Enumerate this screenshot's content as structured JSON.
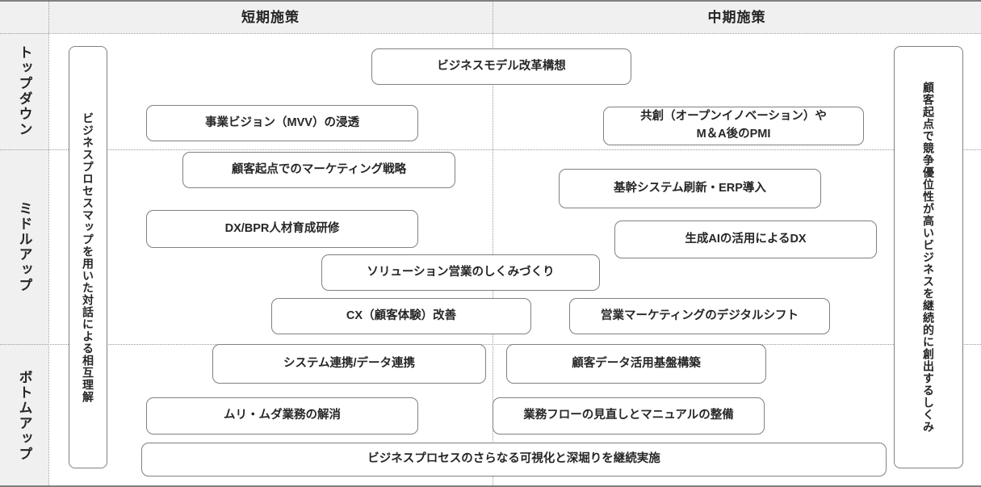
{
  "columns": {
    "short_term": "短期施策",
    "mid_term": "中期施策"
  },
  "rows": {
    "top_down": "トップダウン",
    "middle_up": "ミドルアップ",
    "bottom_up": "ボトムアップ"
  },
  "pillars": {
    "left": "ビジネスプロセスマップを用いた対話による相互理解",
    "right": "顧客起点で競争優位性が高いビジネスを継続的に創出するしくみ"
  },
  "boxes": {
    "business_model_reform": "ビジネスモデル改革構想",
    "vision_mvv": "事業ビジョン（MVV）の浸透",
    "cocreation_pmi": "共創（オープンイノベーション）や\nM＆A後のPMI",
    "customer_marketing_strategy": "顧客起点でのマーケティング戦略",
    "core_system_erp": "基幹システム刷新・ERP導入",
    "dx_bpr_training": "DX/BPR人材育成研修",
    "generative_ai_dx": "生成AIの活用によるDX",
    "solution_sales": "ソリューション営業のしくみづくり",
    "cx_improvement": "CX（顧客体験）改善",
    "sales_marketing_digital_shift": "営業マーケティングのデジタルシフト",
    "system_data_integration": "システム連携/データ連携",
    "customer_data_platform": "顧客データ活用基盤構築",
    "muri_muda_elimination": "ムリ・ムダ業務の解消",
    "workflow_manual_maintenance": "業務フローの見直しとマニュアルの整備",
    "process_visualization_continuous": "ビジネスプロセスのさらなる可視化と深堀りを継続実施"
  },
  "colors": {
    "band_background": "#f0f0f0",
    "box_border": "#808080",
    "text": "#262626",
    "rule": "#9a9a9a",
    "frame": "#808080"
  }
}
